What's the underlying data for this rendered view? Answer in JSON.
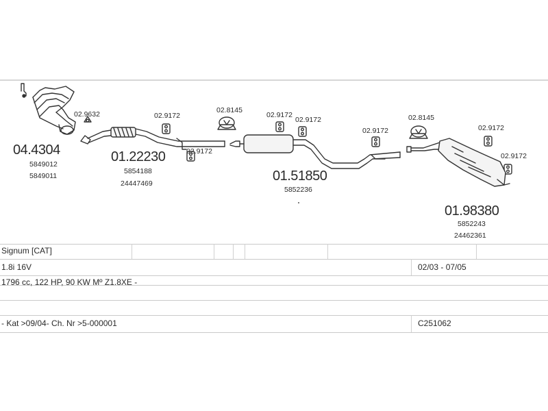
{
  "parts": [
    {
      "code": "04.4304",
      "refs": [
        "5849012",
        "5849011"
      ]
    },
    {
      "code": "01.22230",
      "refs": [
        "5854188",
        "24447469"
      ]
    },
    {
      "code": "01.51850",
      "refs": [
        "5852236"
      ]
    },
    {
      "code": "01.98380",
      "refs": [
        "5852243",
        "24462361"
      ]
    }
  ],
  "fittings": {
    "gasket_1": "02.9632",
    "hanger_1": "02.9172",
    "hanger_2": "02.9172",
    "clamp_1": "02.8145",
    "hanger_3": "02.9172",
    "hanger_4": "02.9172",
    "hanger_5": "02.9172",
    "clamp_2": "02.8145",
    "hanger_6": "02.9172",
    "hanger_7": "02.9172"
  },
  "vehicle": {
    "model": "Signum  [CAT]",
    "engine": "1.8i 16V",
    "period": "02/03 - 07/05",
    "specs": "1796 cc, 122 HP, 90 KW Mº Z1.8XE -",
    "note": "- Kat >09/04- Ch. Nr >5-000001",
    "catalog": "C251062"
  }
}
